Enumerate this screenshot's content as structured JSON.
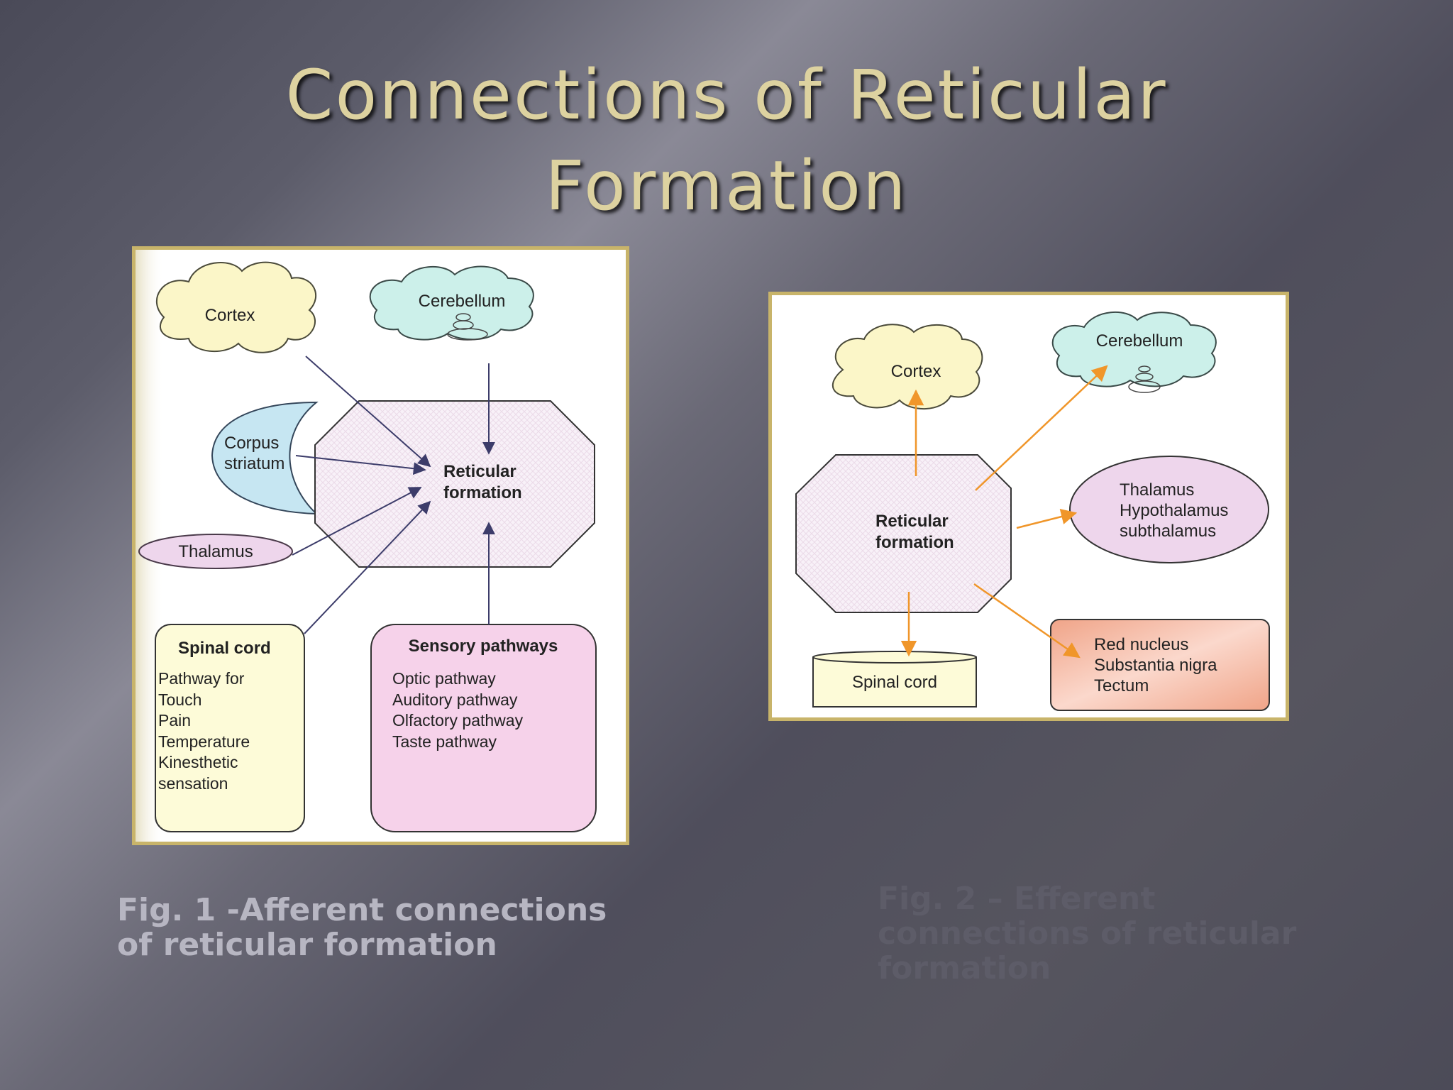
{
  "slide": {
    "title_line1": "Connections of Reticular",
    "title_line2": "Formation"
  },
  "figure1": {
    "cortex": "Cortex",
    "cerebellum": "Cerebellum",
    "corpus_striatum_line1": "Corpus",
    "corpus_striatum_line2": "striatum",
    "thalamus": "Thalamus",
    "reticular_line1": "Reticular",
    "reticular_line2": "formation",
    "spinal_cord": {
      "title": "Spinal cord",
      "items": [
        "Pathway for",
        "Touch",
        "Pain",
        "Temperature",
        "Kinesthetic",
        "sensation"
      ]
    },
    "sensory_pathways": {
      "title": "Sensory pathways",
      "items": [
        "Optic pathway",
        "Auditory pathway",
        "Olfactory pathway",
        "Taste pathway"
      ]
    },
    "caption_line1": "Fig. 1 -Afferent connections",
    "caption_line2": "of reticular formation"
  },
  "figure2": {
    "cortex": "Cortex",
    "cerebellum": "Cerebellum",
    "reticular_line1": "Reticular",
    "reticular_line2": "formation",
    "thalamus_group": [
      "Thalamus",
      "Hypothalamus",
      "subthalamus"
    ],
    "red_nucleus_group": [
      "Red nucleus",
      "Substantia nigra",
      "Tectum"
    ],
    "spinal_cord": "Spinal cord",
    "caption_line1": "Fig. 2 – Efferent",
    "caption_line2": "connections of reticular",
    "caption_line3": "formation"
  },
  "colors": {
    "title": "#ddd2a0",
    "frame": "#c8b46a",
    "afferent_arrow": "#3c3c6a",
    "efferent_arrow": "#f0962a",
    "cloud_yellow": "#fbf6c8",
    "cloud_cyan": "#ccf0ea",
    "octagon_fill": "#f8f1f8",
    "pink_box": "#f6d2ea",
    "yellow_box": "#fdfbd8",
    "salmon_box": "#f4b49e"
  }
}
